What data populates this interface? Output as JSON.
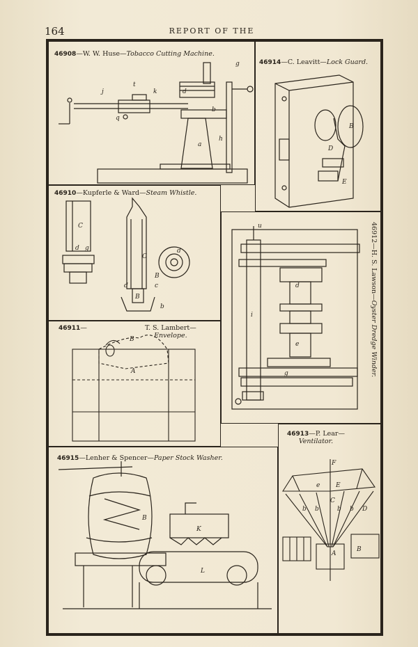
{
  "header": {
    "page_number": "164",
    "running_title": "REPORT OF THE"
  },
  "figures": [
    {
      "number": "46908",
      "inventor": "W. W. Huse",
      "title": "Tobacco Cutting Machine."
    },
    {
      "number": "46914",
      "inventor": "C. Leavitt",
      "title": "Lock Guard."
    },
    {
      "number": "46910",
      "inventor": "Kupferle & Ward",
      "title": "Steam Whistle."
    },
    {
      "number": "46912",
      "inventor": "H. S. Lawson",
      "title": "Oyster Dredge Winder."
    },
    {
      "number": "46911",
      "inventor": "T. S. Lambert",
      "title": "Envelope."
    },
    {
      "number": "46913",
      "inventor": "P. Lear",
      "title": "Ventilator."
    },
    {
      "number": "46915",
      "inventor": "Lenher & Spencer",
      "title": "Paper Stock Washer."
    }
  ]
}
